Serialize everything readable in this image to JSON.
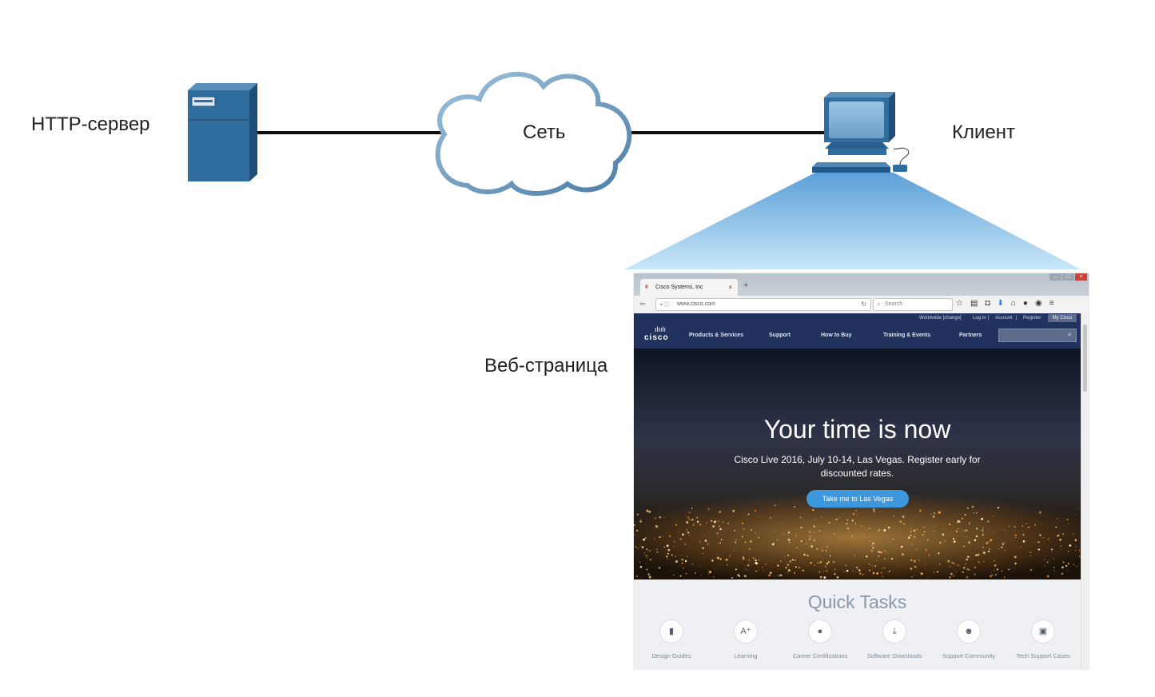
{
  "diagram": {
    "nodes": [
      {
        "id": "server",
        "label": "HTTP-сервер",
        "icon": "server-icon"
      },
      {
        "id": "network",
        "label": "Сеть",
        "icon": "cloud-icon"
      },
      {
        "id": "client",
        "label": "Клиент",
        "icon": "computer-icon"
      },
      {
        "id": "webpage",
        "label": "Веб-страница"
      }
    ],
    "edges": [
      {
        "from": "server",
        "to": "network"
      },
      {
        "from": "network",
        "to": "client"
      }
    ],
    "colors": {
      "device_blue": "#2f6d9e",
      "cloud_outline": "#5f8fb5",
      "beam": "#8cc7ec",
      "link": "#111111"
    }
  },
  "browser": {
    "tab_title": "Cisco Systems, Inc",
    "tab_close": "×",
    "new_tab": "+",
    "url": "www.cisco.com",
    "search_placeholder": "Search",
    "utility_links": [
      "Worldwide [change]",
      "Log In",
      "|",
      "Account",
      "|",
      "Register"
    ],
    "my_cisco": "My Cisco",
    "logo_word": "cisco",
    "nav": [
      "Products & Services",
      "Support",
      "How to Buy",
      "Training & Events",
      "Partners"
    ],
    "hero_title": "Your time is now",
    "hero_subtitle": "Cisco Live 2016, July 10-14, Las Vegas. Register early for discounted rates.",
    "hero_button": "Take me to Las Vegas",
    "quick_title": "Quick Tasks",
    "tasks": [
      {
        "label": "Design Guides",
        "icon": "document-icon",
        "glyph": "▮"
      },
      {
        "label": "Learning",
        "icon": "learning-icon",
        "glyph": "A⁺"
      },
      {
        "label": "Career Certifications",
        "icon": "certificate-icon",
        "glyph": "●"
      },
      {
        "label": "Software Downloads",
        "icon": "download-icon",
        "glyph": "⤓"
      },
      {
        "label": "Support Community",
        "icon": "community-icon",
        "glyph": "☻"
      },
      {
        "label": "Tech Support Cases",
        "icon": "briefcase-icon",
        "glyph": "▣"
      }
    ]
  }
}
